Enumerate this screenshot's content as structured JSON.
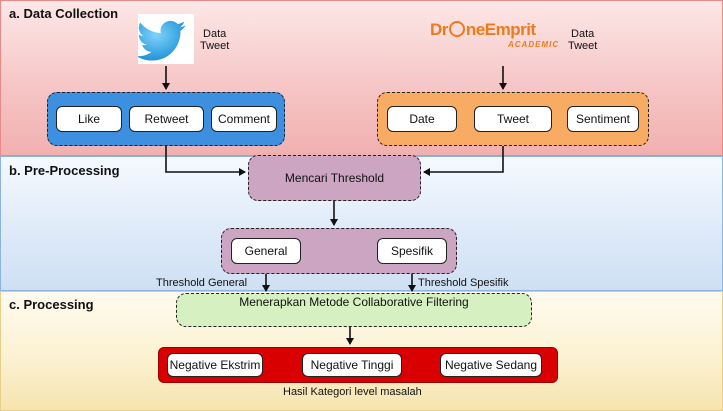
{
  "sections": {
    "data_collection": "a. Data Collection",
    "pre_processing": "b. Pre-Processing",
    "processing": "c. Processing"
  },
  "twitter_source": {
    "icon": "twitter-bird-icon",
    "caption_line1": "Data",
    "caption_line2": "Tweet",
    "fields": [
      "Like",
      "Retweet",
      "Comment"
    ]
  },
  "droneemprit_source": {
    "logo_dr": "Dr",
    "logo_rest": "neEmprit",
    "logo_sub": "ACADEMIC",
    "caption_line1": "Data",
    "caption_line2": "Tweet",
    "fields": [
      "Date",
      "Tweet",
      "Sentiment"
    ]
  },
  "threshold": {
    "find_label": "Mencari Threshold",
    "types": [
      "General",
      "Spesifik"
    ],
    "general_label": "Threshold General",
    "specific_label": "Threshold Spesifik"
  },
  "processing": {
    "method_label": "Menerapkan Metode Collaborative Filtering",
    "results": [
      "Negative Ekstrim",
      "Negative Tinggi",
      "Negative Sedang"
    ],
    "result_caption": "Hasil Kategori level masalah"
  },
  "colors": {
    "band_red": "#f1b0b0",
    "band_blue": "#cfe0f4",
    "band_yellow": "#f6e4ae",
    "group_blue": "#3d8fe0",
    "group_orange": "#f8ab62",
    "group_mauve": "#cba5c2",
    "group_green": "#d6f0c2",
    "group_red": "#d80000",
    "twitter_blue": "#1da1f2",
    "droneemprit_orange": "#f07a1a"
  }
}
